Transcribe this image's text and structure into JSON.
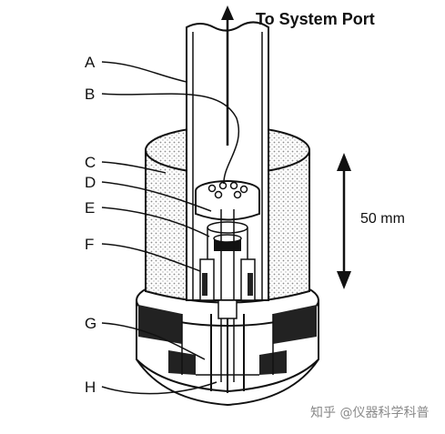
{
  "diagram": {
    "port_label": "To System Port",
    "scale_label": "50 mm",
    "callouts": [
      "A",
      "B",
      "C",
      "D",
      "E",
      "F",
      "G",
      "H"
    ]
  },
  "watermark": "知乎 @仪器科学科普",
  "colors": {
    "ink": "#111111",
    "fill_dots": "#9a9a9a",
    "dark_band": "#222222",
    "background": "#ffffff"
  }
}
